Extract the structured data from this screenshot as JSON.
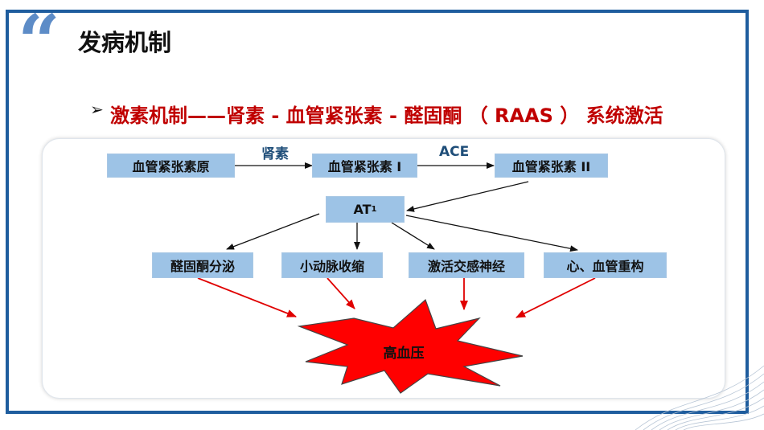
{
  "slide": {
    "title": "发病机制",
    "bullet": "激素机制——肾素 - 血管紧张素 - 醛固酮 （ RAAS ） 系统激活"
  },
  "diagram": {
    "nodes": {
      "angiotensinogen": "血管紧张素原",
      "angiotensin_1": "血管紧张素 I",
      "angiotensin_2": "血管紧张素 II",
      "at1": "AT",
      "at1_sub": "1",
      "aldosterone": "醛固酮分泌",
      "arteriole": "小动脉收缩",
      "sympathetic": "激活交感神经",
      "remodeling": "心、血管重构",
      "hypertension": "高血压"
    },
    "edge_labels": {
      "renin": "肾素",
      "ace": "ACE"
    },
    "colors": {
      "box": "#9dc3e6",
      "red_arrow": "#e00000",
      "burst": "#ff0000",
      "frame": "#1f5d9e"
    }
  }
}
